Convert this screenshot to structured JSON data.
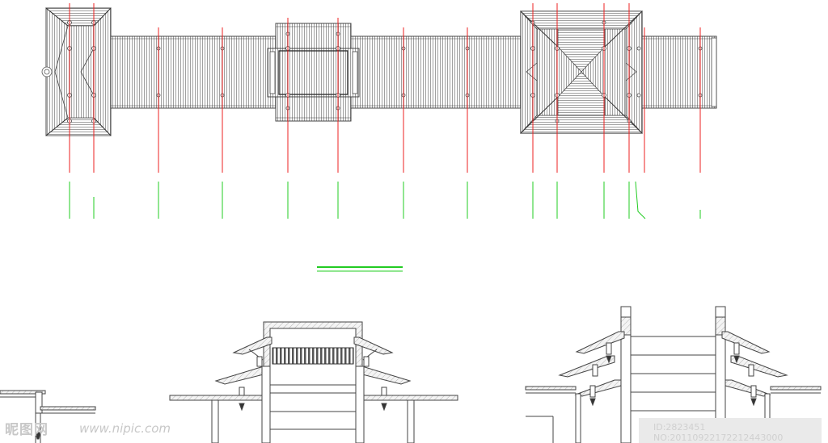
{
  "watermark": {
    "logo": "昵图网",
    "url": "www.nipic.com",
    "id_text": "ID:2823451 NO:20110922172212443000"
  },
  "colors": {
    "ink": "#555555",
    "axis": "#ee2222",
    "dim": "#22cc22",
    "fill": "#eeeeee"
  }
}
